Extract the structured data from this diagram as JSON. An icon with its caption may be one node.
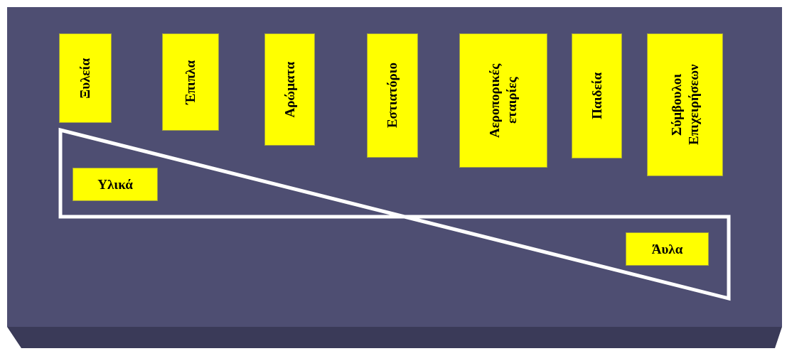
{
  "diagram": {
    "nodes": [
      {
        "text": [
          "Ξυλεία"
        ]
      },
      {
        "text": [
          "Έπιπλα"
        ]
      },
      {
        "text": [
          "Αρώματα"
        ]
      },
      {
        "text": [
          "Εστιατόριο"
        ]
      },
      {
        "text": [
          "Αεροπορικές εταιρίες"
        ]
      },
      {
        "text": [
          "Παιδεία"
        ]
      },
      {
        "text": [
          "Σύμβουλοι Επιχειρήσεων"
        ]
      },
      {
        "text": [
          "Υλικά"
        ]
      },
      {
        "text": [
          "Άυλα"
        ]
      }
    ]
  }
}
